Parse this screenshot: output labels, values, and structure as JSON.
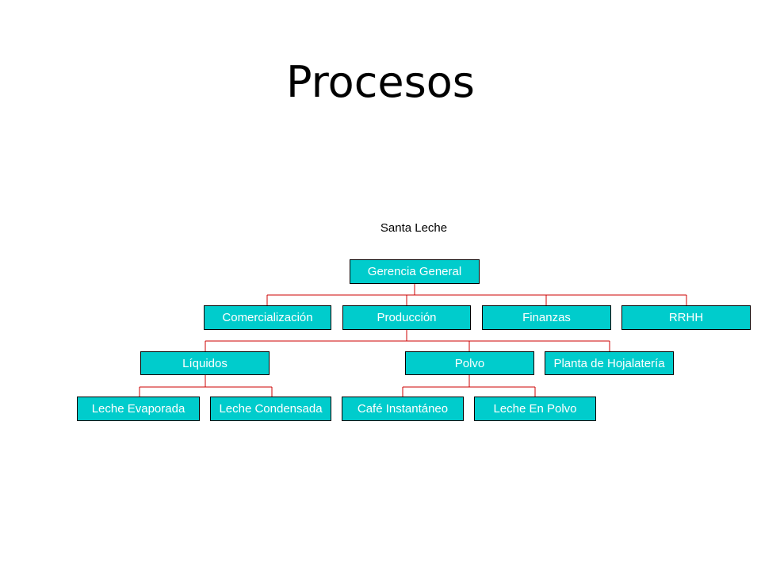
{
  "slide": {
    "title": "Procesos"
  },
  "org_chart": {
    "title": "Santa Leche",
    "line_color": "#cc0000",
    "node_fill": "#00cccc",
    "nodes": {
      "gerencia": "Gerencia General",
      "comercializacion": "Comercialización",
      "produccion": "Producción",
      "finanzas": "Finanzas",
      "rrhh": "RRHH",
      "liquidos": "Líquidos",
      "polvo": "Polvo",
      "hojalateria": "Planta de Hojalatería",
      "leche_evaporada": "Leche Evaporada",
      "leche_condensada": "Leche Condensada",
      "cafe_instantaneo": "Café Instantáneo",
      "leche_en_polvo": "Leche En Polvo"
    }
  }
}
